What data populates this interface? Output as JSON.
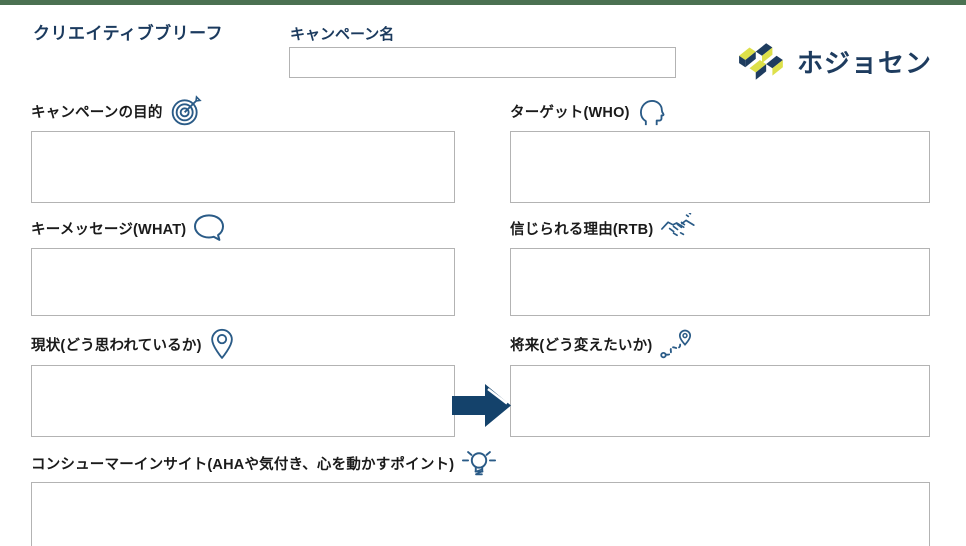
{
  "colors": {
    "accent_green": "#4b7152",
    "navy": "#1b3a5e",
    "icon_blue": "#2a5b87",
    "box_border": "#b3b3b3",
    "logo_yellow": "#dde04a"
  },
  "header": {
    "title": "クリエイティブブリーフ",
    "campaign_label": "キャンペーン名",
    "campaign_value": "",
    "logo_text": "ホジョセン",
    "logo_mark_icon": "hojosen-logo-mark"
  },
  "sections": [
    {
      "id": "purpose",
      "label": "キャンペーンの目的",
      "icon": "target-icon",
      "value": ""
    },
    {
      "id": "target",
      "label": "ターゲット(WHO)",
      "icon": "head-profile-icon",
      "value": ""
    },
    {
      "id": "key-message",
      "label": "キーメッセージ(WHAT)",
      "icon": "speech-bubble-icon",
      "value": ""
    },
    {
      "id": "rtb",
      "label": "信じられる理由(RTB)",
      "icon": "handshake-icon",
      "value": ""
    },
    {
      "id": "current",
      "label": "現状(どう思われているか)",
      "icon": "map-pin-icon",
      "value": ""
    },
    {
      "id": "future",
      "label": "将来(どう変えたいか)",
      "icon": "route-pin-icon",
      "value": ""
    },
    {
      "id": "insight",
      "label": "コンシューマーインサイト(AHAや気付き、心を動かすポイント)",
      "icon": "lightbulb-icon",
      "value": ""
    }
  ],
  "arrow": {
    "icon": "right-block-arrow",
    "meaning": "current-to-future"
  }
}
